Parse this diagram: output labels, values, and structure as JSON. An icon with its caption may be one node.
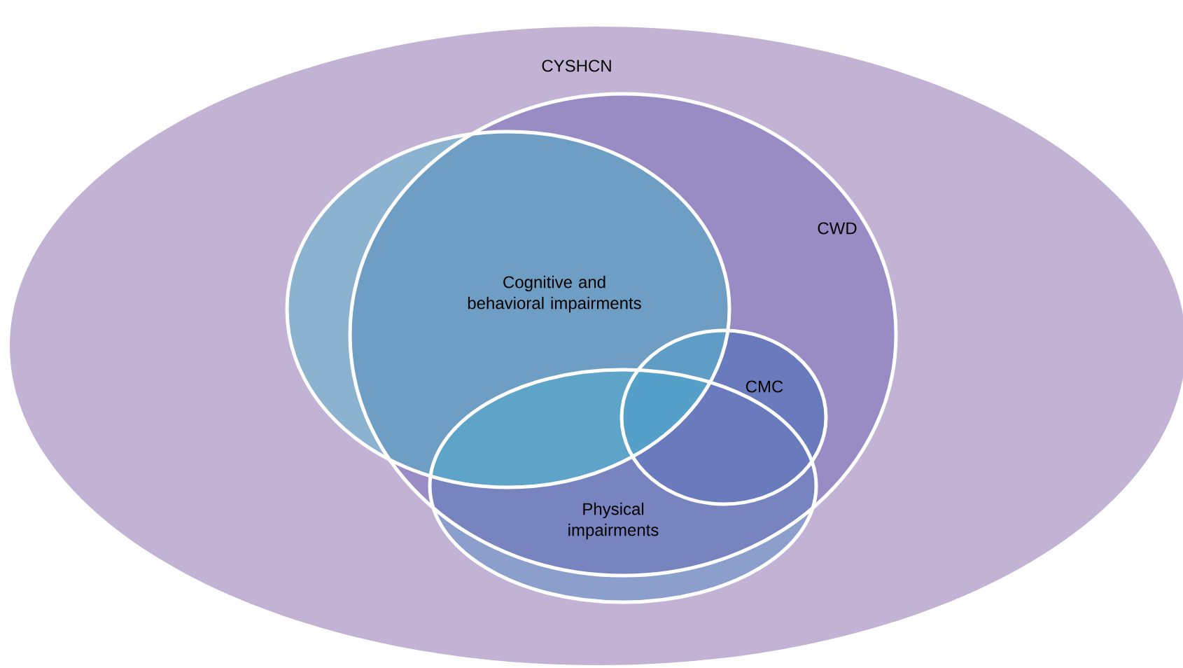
{
  "diagram": {
    "nodes": [
      {
        "text": [
          "CYSHCN"
        ]
      },
      {
        "text": [
          "CWD"
        ],
        "in": 0
      },
      {
        "text": [
          "Cognitive and behavioral impairments"
        ],
        "in": 0
      },
      {
        "text": [
          "CMC"
        ],
        "in": 1
      },
      {
        "text": [
          "Physical impairments"
        ],
        "in": 0
      }
    ]
  }
}
